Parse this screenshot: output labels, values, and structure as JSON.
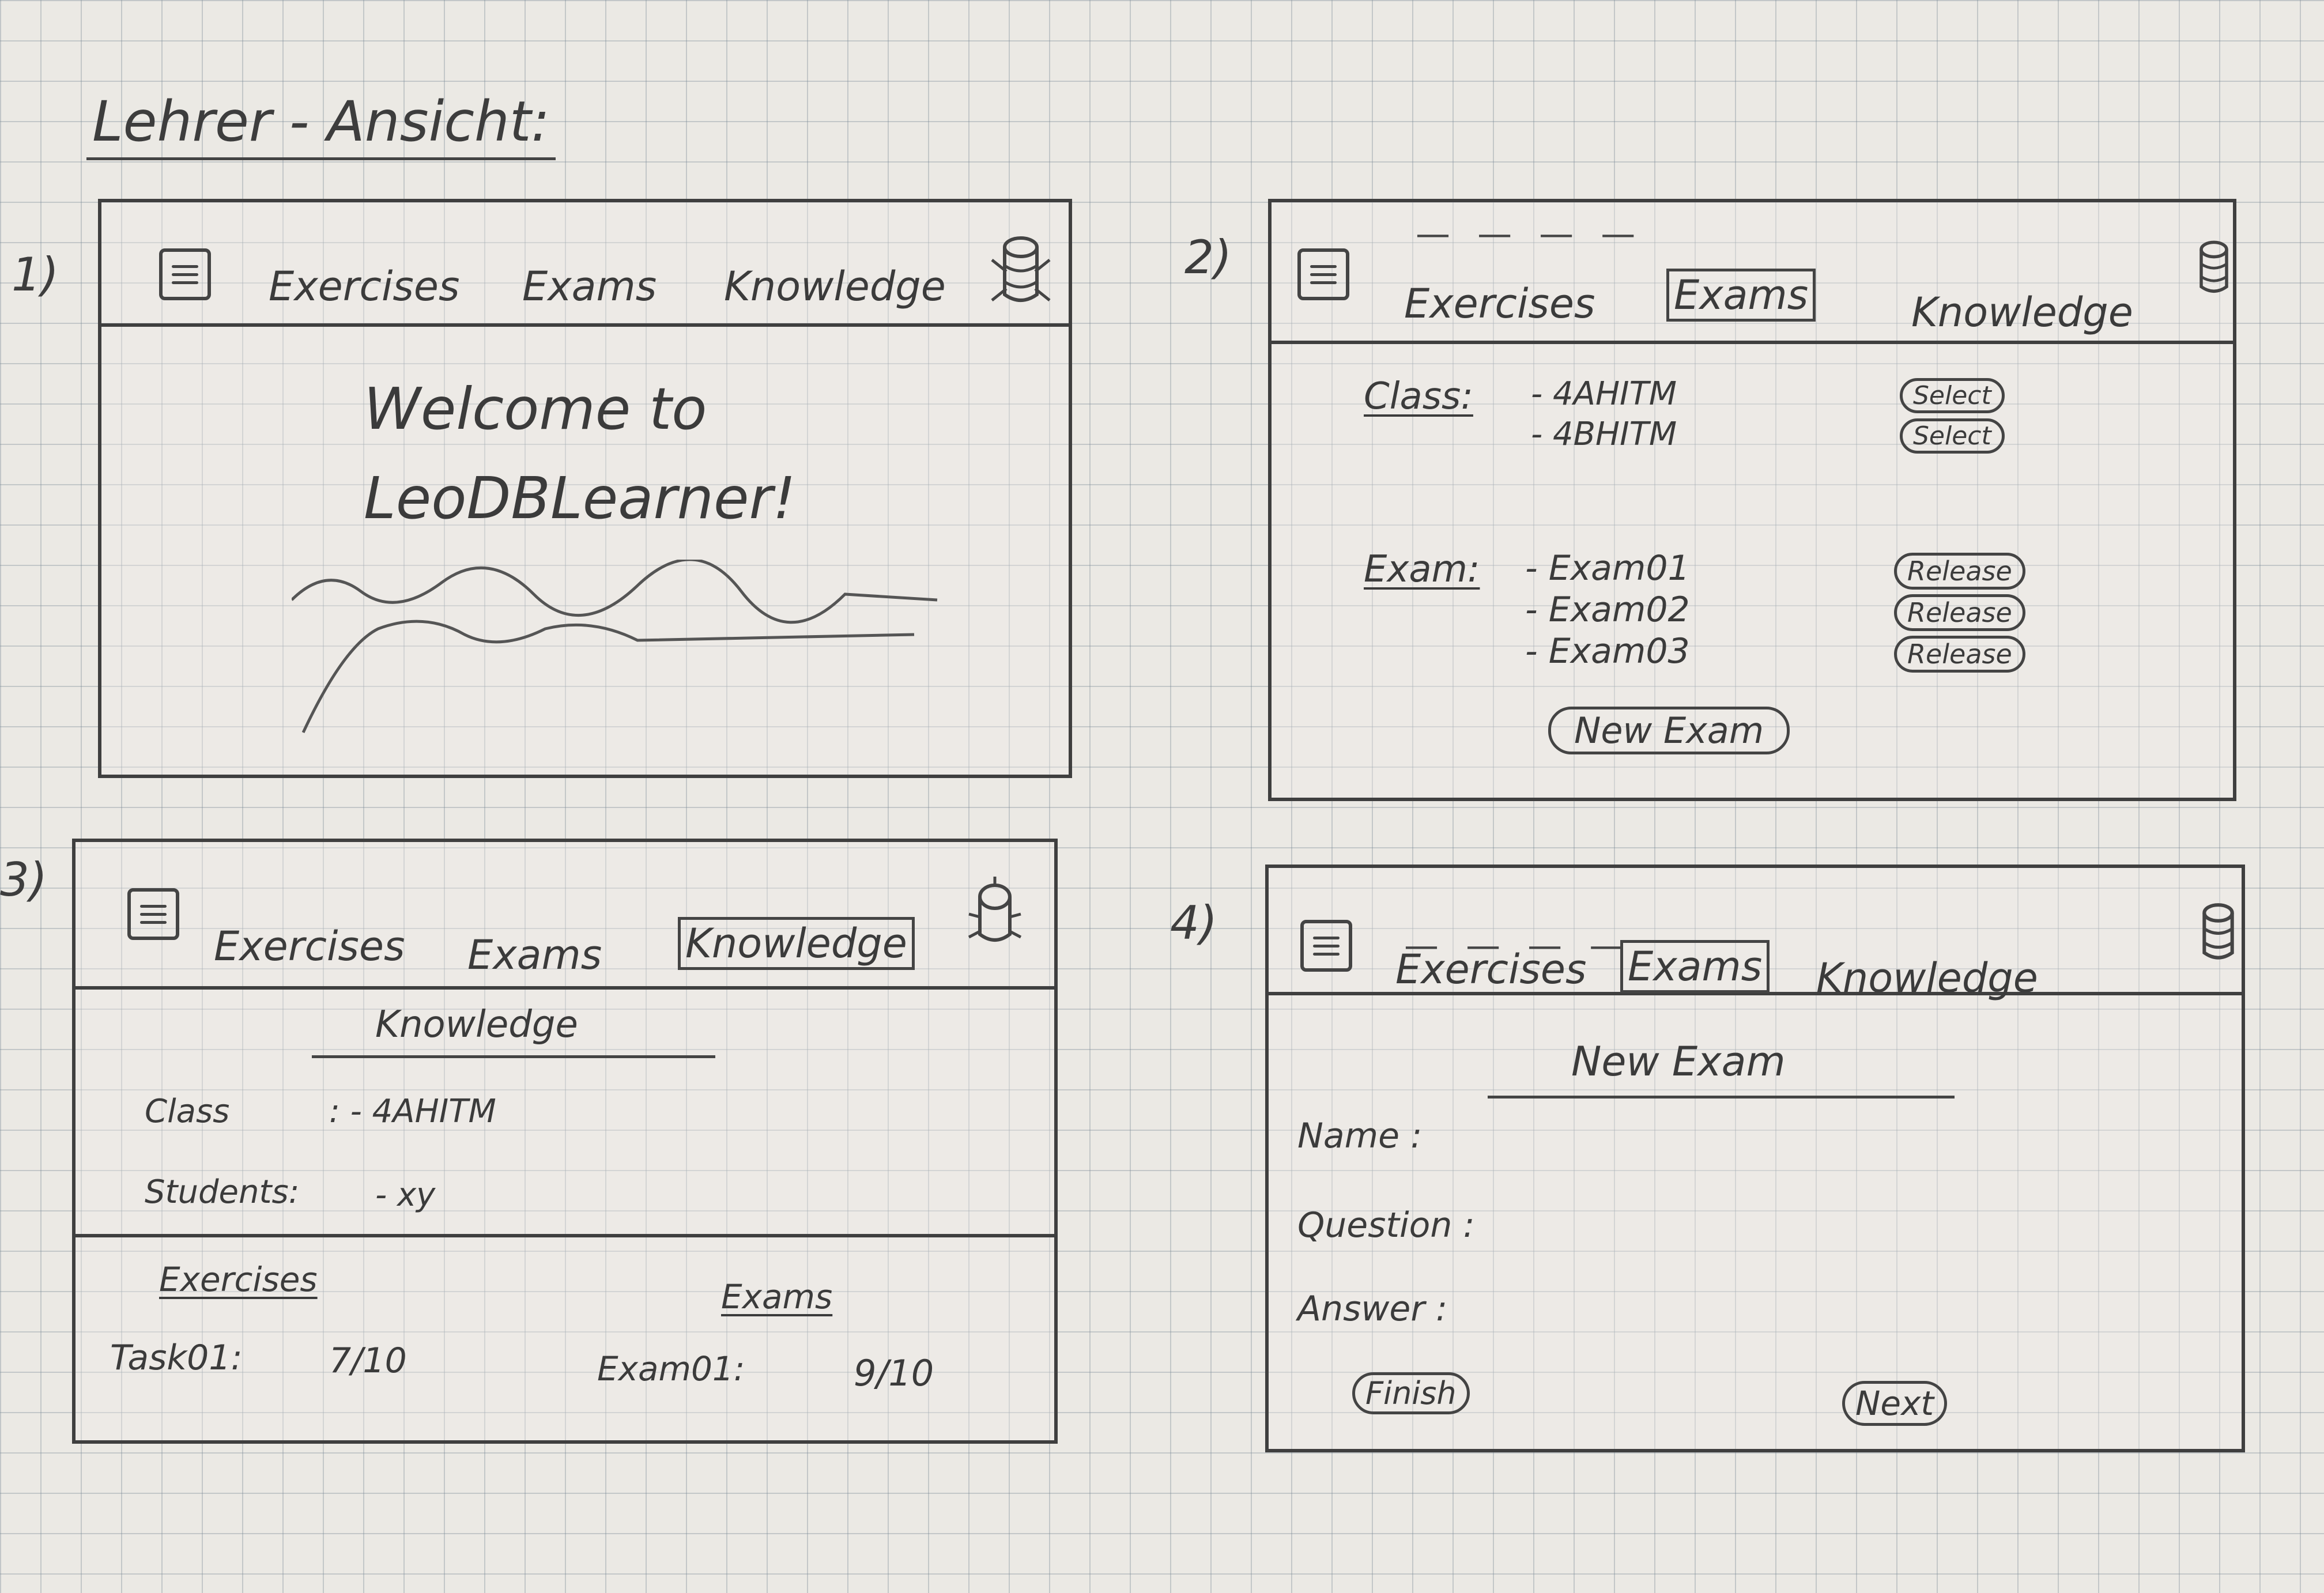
{
  "page_title": "Lehrer - Ansicht:",
  "panels": [
    {
      "number": "1)",
      "nav": [
        "Exercises",
        "Exams",
        "Knowledge"
      ],
      "welcome_line1": "Welcome to",
      "welcome_line2": "LeoDBLearner!"
    },
    {
      "number": "2)",
      "nav": [
        "Exercises",
        "Exams",
        "Knowledge"
      ],
      "class_label": "Class:",
      "classes": [
        {
          "name": "- 4AHITM",
          "button": "Select"
        },
        {
          "name": "- 4BHITM",
          "button": "Select"
        }
      ],
      "exam_label": "Exam:",
      "exams": [
        {
          "name": "- Exam01",
          "button": "Release"
        },
        {
          "name": "- Exam02",
          "button": "Release"
        },
        {
          "name": "- Exam03",
          "button": "Release"
        }
      ],
      "new_exam_button": "New Exam"
    },
    {
      "number": "3)",
      "nav": [
        "Exercises",
        "Exams",
        "Knowledge"
      ],
      "heading": "Knowledge",
      "class_label": "Class",
      "class_value": ": - 4AHITM",
      "students_label": "Students:",
      "students_value": "- xy",
      "exercises_heading": "Exercises",
      "exams_heading": "Exams",
      "task_label": "Task01:",
      "task_score": "7/10",
      "exam_label": "Exam01:",
      "exam_score": "9/10"
    },
    {
      "number": "4)",
      "nav": [
        "Exercises",
        "Exams",
        "Knowledge"
      ],
      "heading": "New Exam",
      "name_label": "Name :",
      "question_label": "Question :",
      "answer_label": "Answer :",
      "finish_button": "Finish",
      "next_button": "Next"
    }
  ]
}
